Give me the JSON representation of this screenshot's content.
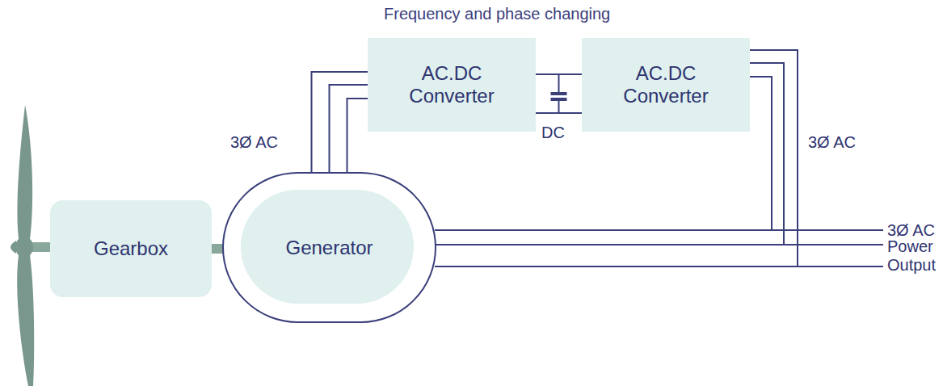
{
  "diagram": {
    "title": "Frequency and phase changing",
    "nodes": [
      {
        "text": [
          "AC.DC Converter"
        ]
      },
      {
        "text": [
          "AC.DC Converter"
        ]
      },
      {
        "text": [
          "Gearbox"
        ]
      },
      {
        "text": [
          "Generator"
        ]
      }
    ],
    "edges": [
      {
        "from": 2,
        "to": 3,
        "arrow": "none"
      },
      {
        "from": 3,
        "to": 0,
        "arrow": "none"
      },
      {
        "from": 0,
        "to": 1,
        "arrow": "none"
      },
      {
        "from": 1,
        "to": 3,
        "arrow": "none"
      }
    ],
    "labels": [
      "3Ø AC",
      "DC",
      "3Ø AC",
      "3Ø AC",
      "Power",
      "Output"
    ]
  }
}
